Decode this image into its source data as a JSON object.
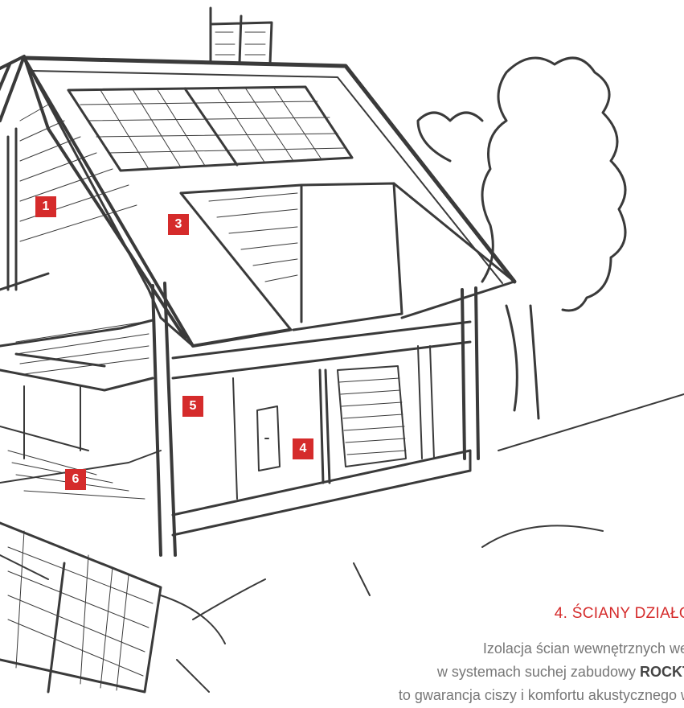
{
  "markers": [
    "1",
    "3",
    "5",
    "4",
    "6"
  ],
  "caption": {
    "title": "4. ŚCIANY DZIAŁO",
    "line1": "Izolacja ścian wewnętrznych weł",
    "line2_prefix": "w systemach suchej zabudowy ",
    "line2_brand": "ROCKT",
    "line3": "to gwarancja ciszy i komfortu akustycznego w"
  },
  "colors": {
    "accent": "#d52b2b",
    "sketch": "#3a3a3a",
    "text": "#777777"
  }
}
